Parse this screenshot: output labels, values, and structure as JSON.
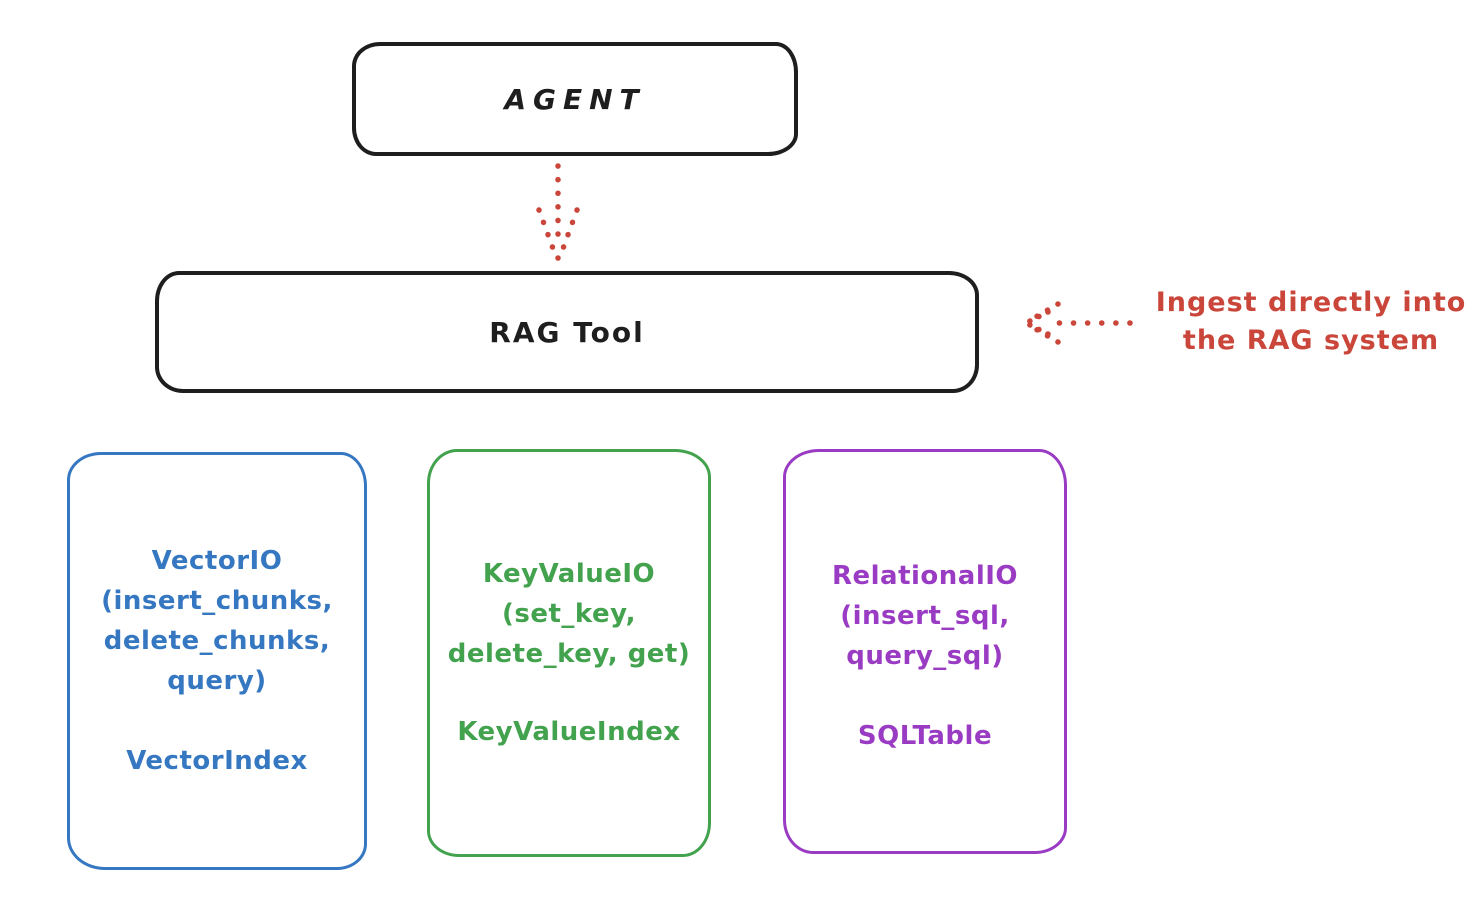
{
  "diagram": {
    "title_hint": "RAG Tool architecture sketch",
    "colors": {
      "ink": "#1e1e1e",
      "red": "#cb463a",
      "blue": "#3577c1",
      "green": "#42a24d",
      "purple": "#9a3cc3",
      "background": "#ffffff"
    },
    "agent_box": {
      "label": "AGENT"
    },
    "rag_tool_box": {
      "label": "RAG Tool"
    },
    "annotation": {
      "line1": "Ingest directly into",
      "line2": "the RAG system"
    },
    "backends": [
      {
        "id": "vector-io",
        "color": "#3577c1",
        "lines": [
          "VectorIO",
          "(insert_chunks,",
          "delete_chunks,",
          "query)"
        ],
        "index_label": "VectorIndex"
      },
      {
        "id": "keyvalue-io",
        "color": "#42a24d",
        "lines": [
          "KeyValueIO",
          "(set_key,",
          "delete_key, get)"
        ],
        "index_label": "KeyValueIndex"
      },
      {
        "id": "relational-io",
        "color": "#9a3cc3",
        "lines": [
          "RelationalIO",
          "(insert_sql,",
          "query_sql)"
        ],
        "index_label": "SQLTable"
      }
    ]
  }
}
